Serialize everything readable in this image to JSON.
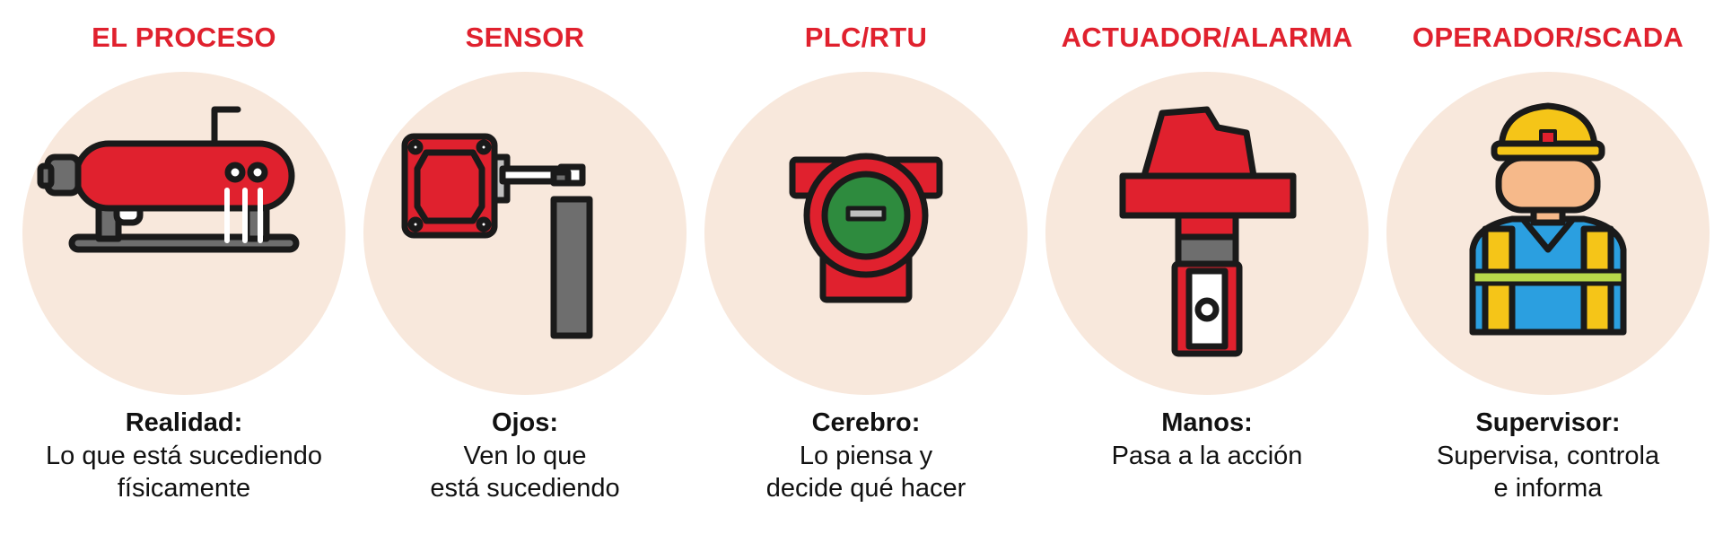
{
  "colors": {
    "accent": "#e0212e",
    "circle": "#f8e8dc",
    "outline": "#1a1a1a",
    "gray": "#6e6e6e",
    "green": "#2e8b3e",
    "yellow": "#f5c518",
    "blue": "#2b9fe0",
    "skin": "#f6b98a"
  },
  "stages": [
    {
      "title": "EL PROCESO",
      "icon": "process-tank-icon",
      "heading": "Realidad:",
      "lines": [
        "Lo que está sucediendo",
        "físicamente"
      ]
    },
    {
      "title": "SENSOR",
      "icon": "sensor-probe-icon",
      "heading": "Ojos:",
      "lines": [
        "Ven lo que",
        "está sucediendo"
      ]
    },
    {
      "title": "PLC/RTU",
      "icon": "plc-controller-icon",
      "heading": "Cerebro:",
      "lines": [
        "Lo piensa y",
        "decide qué hacer"
      ]
    },
    {
      "title": "ACTUADOR/ALARMA",
      "icon": "valve-actuator-icon",
      "heading": "Manos:",
      "lines": [
        "Pasa a la acción"
      ]
    },
    {
      "title": "OPERADOR/SCADA",
      "icon": "operator-worker-icon",
      "heading": "Supervisor:",
      "lines": [
        "Supervisa, controla",
        "e informa"
      ]
    }
  ]
}
